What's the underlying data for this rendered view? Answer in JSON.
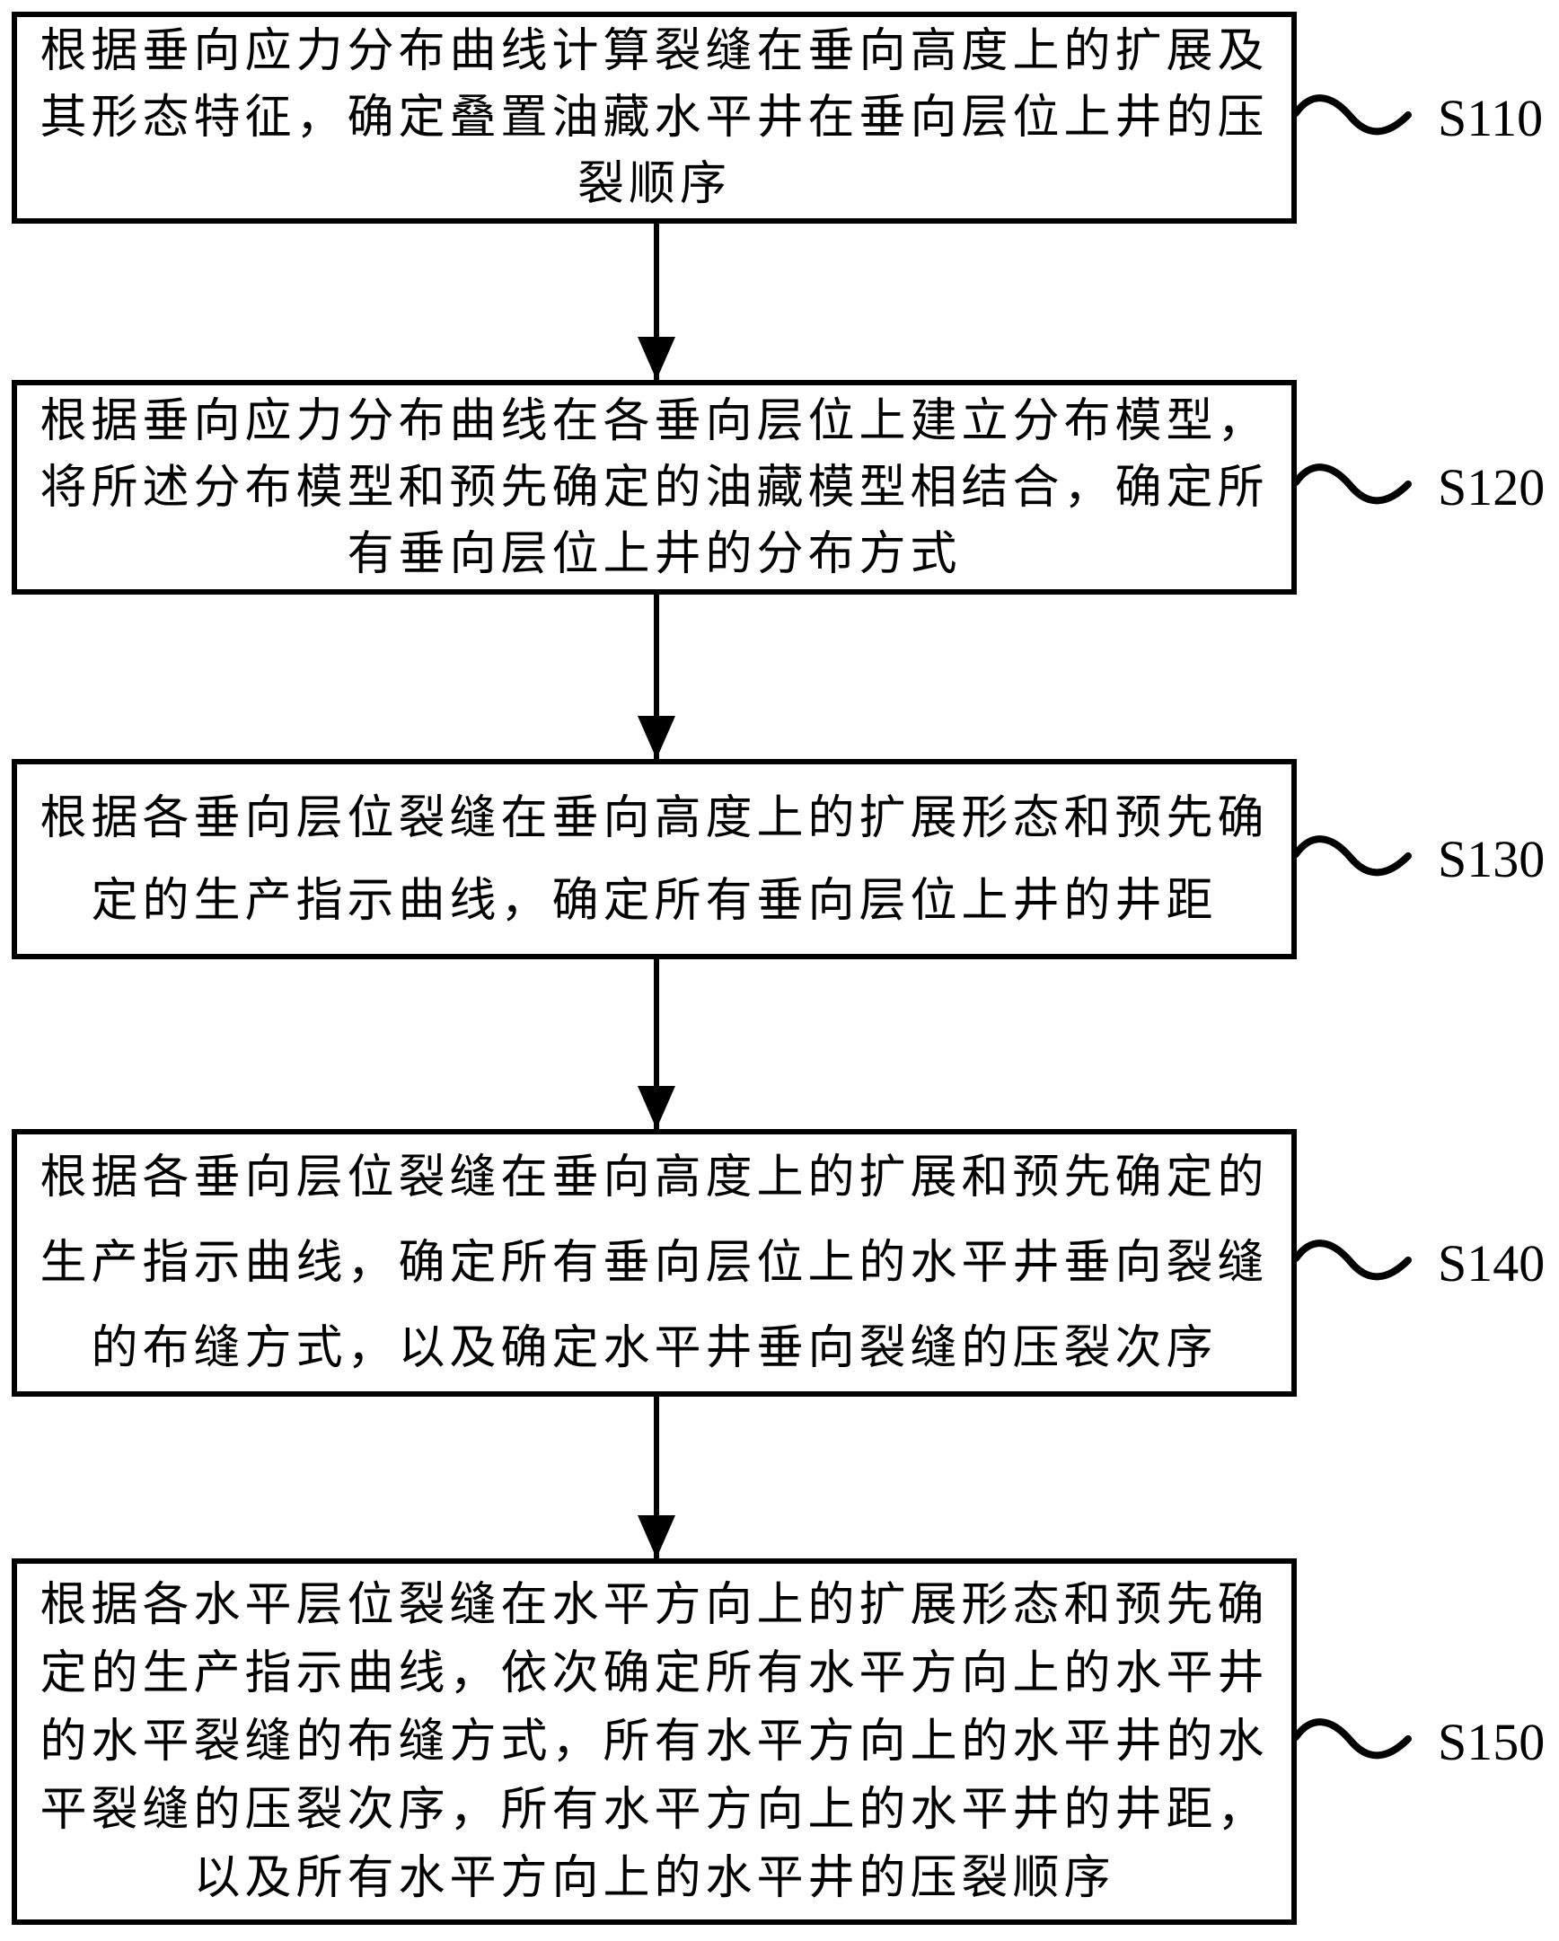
{
  "figure": {
    "type": "patent-flowchart",
    "background_color": "#ffffff",
    "ink_color": "#000000"
  },
  "flowchart": {
    "steps": [
      {
        "id": "S110",
        "text": "根据垂向应力分布曲线计算裂缝在垂向高度上的扩展及其形态特征，确定叠置油藏水平井在垂向层位上井的压裂顺序",
        "lines": [
          "根据垂向应力分布曲线计算裂缝在垂向高度上的扩展及",
          "其形态特征，确定叠置油藏水平井在垂向层位上井的压",
          "裂顺序"
        ]
      },
      {
        "id": "S120",
        "text": "根据垂向应力分布曲线在各垂向层位上建立分布模型，将所述分布模型和预先确定的油藏模型相结合，确定所有垂向层位上井的分布方式",
        "lines": [
          "根据垂向应力分布曲线在各垂向层位上建立分布模型，",
          "将所述分布模型和预先确定的油藏模型相结合，确定所",
          "有垂向层位上井的分布方式"
        ]
      },
      {
        "id": "S130",
        "text": "根据各垂向层位裂缝在垂向高度上的扩展形态和预先确定的生产指示曲线，确定所有垂向层位上井的井距",
        "lines": [
          "根据各垂向层位裂缝在垂向高度上的扩展形态和预先确",
          "定的生产指示曲线，确定所有垂向层位上井的井距"
        ]
      },
      {
        "id": "S140",
        "text": "根据各垂向层位裂缝在垂向高度上的扩展和预先确定的生产指示曲线，确定所有垂向层位上的水平井垂向裂缝的布缝方式，以及确定水平井垂向裂缝的压裂次序",
        "lines": [
          "根据各垂向层位裂缝在垂向高度上的扩展和预先确定的",
          "生产指示曲线，确定所有垂向层位上的水平井垂向裂缝",
          "的布缝方式，以及确定水平井垂向裂缝的压裂次序"
        ]
      },
      {
        "id": "S150",
        "text": "根据各水平层位裂缝在水平方向上的扩展形态和预先确定的生产指示曲线，依次确定所有水平方向上的水平井的水平裂缝的布缝方式，所有水平方向上的水平井的水平裂缝的压裂次序，所有水平方向上的水平井的井距，以及所有水平方向上的水平井的压裂顺序",
        "lines": [
          "根据各水平层位裂缝在水平方向上的扩展形态和预先确",
          "定的生产指示曲线，依次确定所有水平方向上的水平井",
          "的水平裂缝的布缝方式，所有水平方向上的水平井的水",
          "平裂缝的压裂次序，所有水平方向上的水平井的井距，",
          "以及所有水平方向上的水平井的压裂顺序"
        ]
      }
    ]
  }
}
